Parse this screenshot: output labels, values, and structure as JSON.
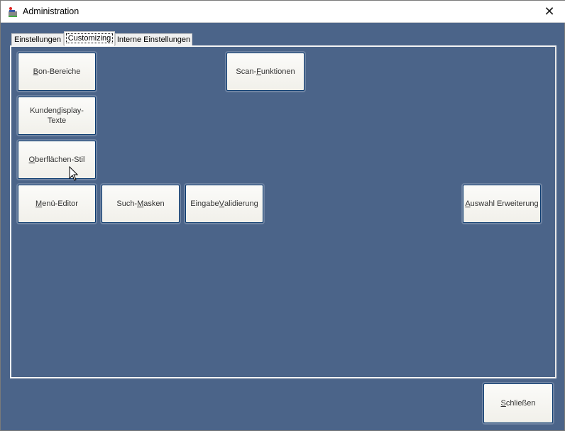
{
  "window": {
    "title": "Administration",
    "close_icon": "close-icon",
    "app_icon": "joystick-pc-icon"
  },
  "tabs": [
    {
      "label": "Einstellungen"
    },
    {
      "label": "Customizing",
      "selected": true
    },
    {
      "label": "Interne Einstellungen"
    }
  ],
  "buttons": {
    "bon": {
      "pre": "",
      "mn": "B",
      "post": "on-Bereiche"
    },
    "scan": {
      "pre": "Scan-",
      "mn": "F",
      "post": "unktionen"
    },
    "kunden": {
      "pre": "Kunden",
      "mn": "d",
      "post": "isplay-",
      "line2": "Texte"
    },
    "oberflaechen": {
      "pre": "",
      "mn": "O",
      "post": "berflächen-Stil"
    },
    "menu": {
      "pre": "",
      "mn": "M",
      "post": "enü-Editor"
    },
    "such": {
      "pre": "Such-",
      "mn": "M",
      "post": "asken"
    },
    "eingabe": {
      "pre": "Eingabe ",
      "mn": "V",
      "post": "alidierung"
    },
    "auswahl": {
      "pre": "",
      "mn": "A",
      "post": "uswahl Erweiterung"
    },
    "close": {
      "pre": "",
      "mn": "S",
      "post": "chließen"
    }
  }
}
